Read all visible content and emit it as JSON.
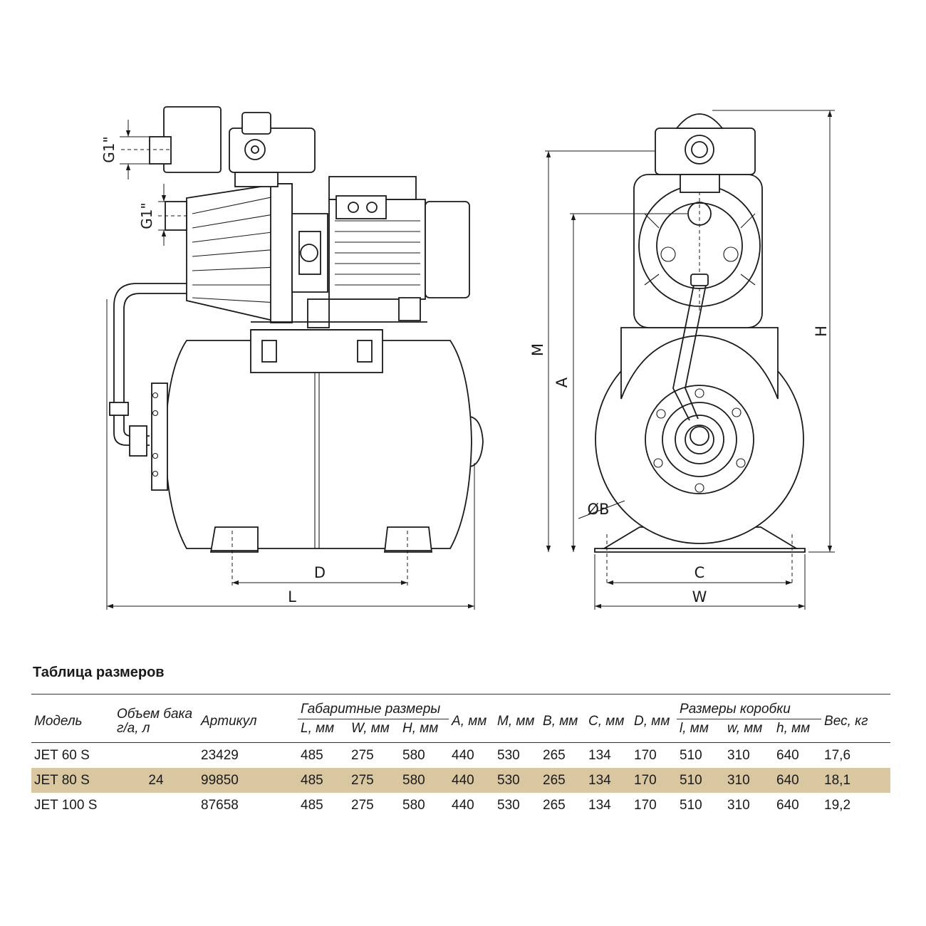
{
  "drawing": {
    "labels": {
      "g1_top": "G1\"",
      "g1_mid": "G1\"",
      "D": "D",
      "L": "L",
      "M": "M",
      "A": "A",
      "H": "H",
      "B": "ØB",
      "C": "C",
      "W": "W"
    }
  },
  "table": {
    "title": "Таблица размеров",
    "headers": {
      "model": "Модель",
      "tank": "Объем бака г/а, л",
      "article": "Артикул",
      "overall": "Габаритные размеры",
      "L": "L, мм",
      "W": "W, мм",
      "H": "H, мм",
      "A": "A, мм",
      "M": "M, мм",
      "B": "B, мм",
      "C": "C, мм",
      "D": "D, мм",
      "box": "Размеры коробки",
      "bl": "l, мм",
      "bw": "w, мм",
      "bh": "h, мм",
      "weight": "Вес, кг"
    },
    "rows": [
      {
        "model": "JET 60 S",
        "tank": "",
        "article": "23429",
        "L": "485",
        "W": "275",
        "H": "580",
        "A": "440",
        "M": "530",
        "B": "265",
        "C": "134",
        "D": "170",
        "bl": "510",
        "bw": "310",
        "bh": "640",
        "weight": "17,6"
      },
      {
        "model": "JET 80 S",
        "tank": "24",
        "article": "99850",
        "L": "485",
        "W": "275",
        "H": "580",
        "A": "440",
        "M": "530",
        "B": "265",
        "C": "134",
        "D": "170",
        "bl": "510",
        "bw": "310",
        "bh": "640",
        "weight": "18,1"
      },
      {
        "model": "JET 100 S",
        "tank": "",
        "article": "87658",
        "L": "485",
        "W": "275",
        "H": "580",
        "A": "440",
        "M": "530",
        "B": "265",
        "C": "134",
        "D": "170",
        "bl": "510",
        "bw": "310",
        "bh": "640",
        "weight": "19,2"
      }
    ],
    "highlight_color": "#d9c7a2"
  }
}
